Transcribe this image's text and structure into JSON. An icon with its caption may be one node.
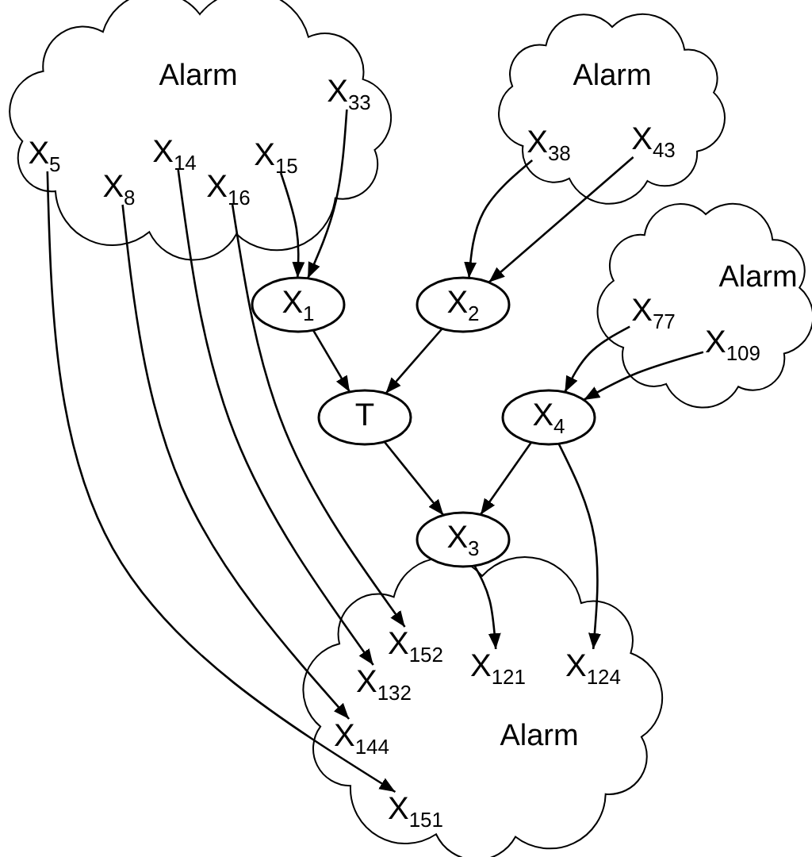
{
  "diagram": {
    "nodes": [
      {
        "text": [
          "Alarm"
        ]
      },
      {
        "text": [
          "X$_{33}$"
        ],
        "in": 0
      },
      {
        "text": [
          "X$_{5}$"
        ],
        "in": 0
      },
      {
        "text": [
          "X$_{14}$"
        ],
        "in": 0
      },
      {
        "text": [
          "X$_{15}$"
        ],
        "in": 0
      },
      {
        "text": [
          "X$_{8}$"
        ],
        "in": 0
      },
      {
        "text": [
          "X$_{16}$"
        ],
        "in": 0
      },
      {
        "text": [
          "Alarm"
        ]
      },
      {
        "text": [
          "X$_{38}$"
        ],
        "in": 7
      },
      {
        "text": [
          "X$_{43}$"
        ],
        "in": 7
      },
      {
        "text": [
          "Alarm"
        ]
      },
      {
        "text": [
          "X$_{77}$"
        ],
        "in": 10
      },
      {
        "text": [
          "X$_{109}$"
        ],
        "in": 10
      },
      {
        "text": [
          "X$_{1}$"
        ]
      },
      {
        "text": [
          "X$_{2}$"
        ]
      },
      {
        "text": [
          "T"
        ]
      },
      {
        "text": [
          "X$_{4}$"
        ]
      },
      {
        "text": [
          "X$_{3}$"
        ]
      },
      {
        "text": [
          "Alarm"
        ]
      },
      {
        "text": [
          "X$_{152}$"
        ],
        "in": 18
      },
      {
        "text": [
          "X$_{132}$"
        ],
        "in": 18
      },
      {
        "text": [
          "X$_{121}$"
        ],
        "in": 18
      },
      {
        "text": [
          "X$_{124}$"
        ],
        "in": 18
      },
      {
        "text": [
          "X$_{144}$"
        ],
        "in": 18
      },
      {
        "text": [
          "X$_{151}$"
        ],
        "in": 18
      }
    ],
    "edges": [
      {
        "from": 4,
        "to": 13,
        "arrow": "to"
      },
      {
        "from": 1,
        "to": 13,
        "arrow": "to"
      },
      {
        "from": 8,
        "to": 14,
        "arrow": "to"
      },
      {
        "from": 9,
        "to": 14,
        "arrow": "to"
      },
      {
        "from": 13,
        "to": 15,
        "arrow": "to"
      },
      {
        "from": 14,
        "to": 15,
        "arrow": "to"
      },
      {
        "from": 11,
        "to": 16,
        "arrow": "to"
      },
      {
        "from": 12,
        "to": 16,
        "arrow": "to"
      },
      {
        "from": 15,
        "to": 17,
        "arrow": "to"
      },
      {
        "from": 16,
        "to": 17,
        "arrow": "to"
      },
      {
        "from": 17,
        "to": 21,
        "arrow": "to"
      },
      {
        "from": 16,
        "to": 22,
        "arrow": "to"
      },
      {
        "from": 6,
        "to": 19,
        "arrow": "to"
      },
      {
        "from": 3,
        "to": 20,
        "arrow": "to"
      },
      {
        "from": 5,
        "to": 23,
        "arrow": "to"
      },
      {
        "from": 2,
        "to": 24,
        "arrow": "to"
      }
    ]
  }
}
